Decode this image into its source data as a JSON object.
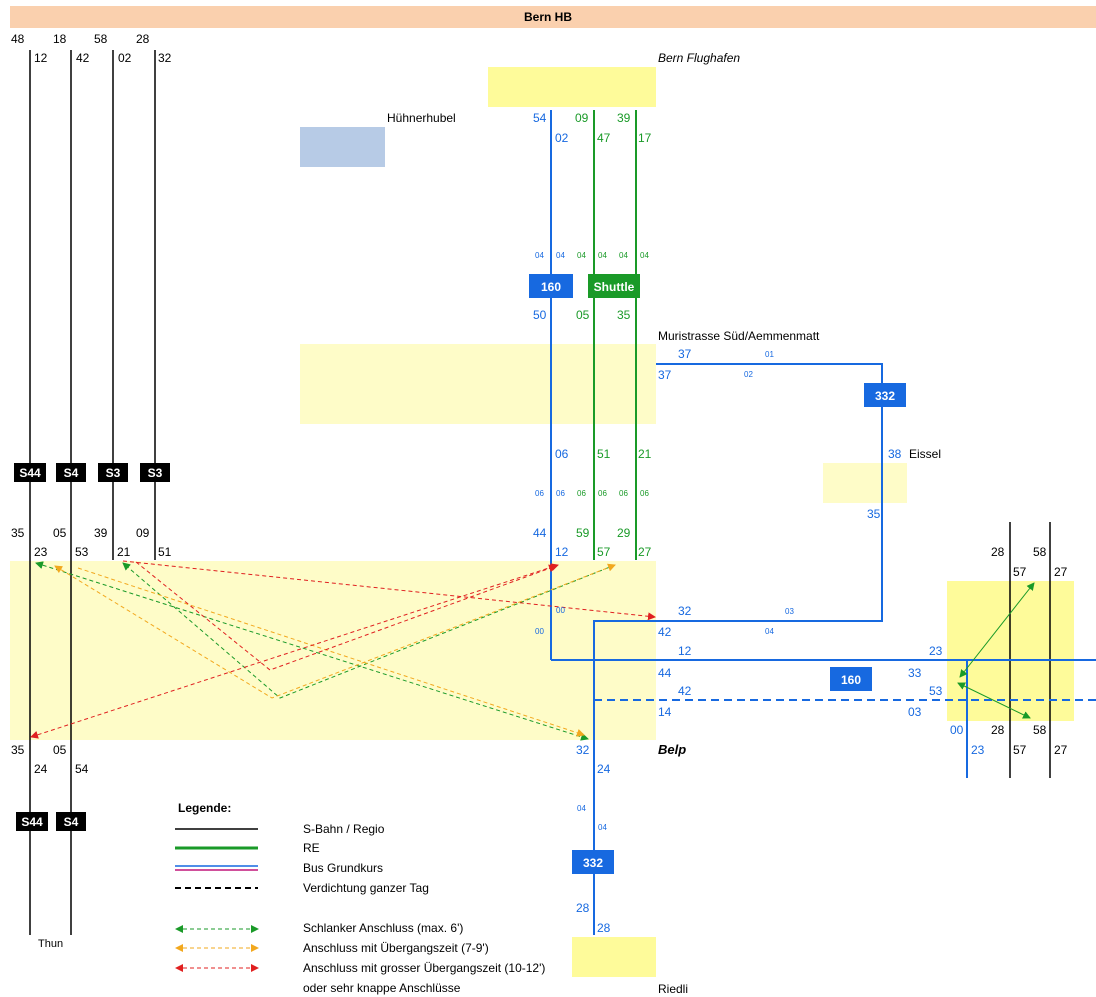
{
  "colors": {
    "header_bar": "#fad0ae",
    "zone_yellow": "#fefcc8",
    "zone_yellow_strong": "#fefb9a",
    "zone_blue": "#b7cbe6",
    "bus_blue": "#1769e0",
    "re_green": "#1a9a28",
    "s_bahn_black": "#000000",
    "bus_magenta": "#c0157a",
    "conn_green": "#1a9a28",
    "conn_orange": "#f2a81e",
    "conn_red": "#e02020"
  },
  "header": {
    "title": "Bern HB"
  },
  "stops": {
    "bern_flughafen": "Bern Flughafen",
    "huehnerhubel": "Hühnerhubel",
    "muristrasse": "Muristrasse Süd/Aemmenmatt",
    "eissel": "Eissel",
    "belp": "Belp",
    "riedli": "Riedli",
    "thun": "Thun"
  },
  "badges": {
    "s44_top": "S44",
    "s4_top": "S4",
    "s3_a": "S3",
    "s3_b": "S3",
    "s44_bottom": "S44",
    "s4_bottom": "S4",
    "bus160_top": "160",
    "shuttle": "Shuttle",
    "bus332_top": "332",
    "bus160_right": "160",
    "bus332_bottom": "332"
  },
  "times": {
    "hb": {
      "l1a": "48",
      "l1b": "12",
      "l2a": "18",
      "l2b": "42",
      "l3a": "58",
      "l3b": "02",
      "l4a": "28",
      "l4b": "32"
    },
    "flughafen": {
      "b1": "54",
      "b2": "02",
      "g1a": "09",
      "g1b": "47",
      "g2a": "39",
      "g2b": "17"
    },
    "travel1": {
      "b": "04",
      "b2": "04",
      "g1": "04",
      "g2": "04",
      "g3": "04"
    },
    "mid": {
      "b": "50",
      "g1": "05",
      "g2": "35"
    },
    "muri": {
      "b_top": "37",
      "b_sm": "01",
      "b_left": "37",
      "b_sm2": "02"
    },
    "eissel": {
      "t": "38",
      "b": "35"
    },
    "lower": {
      "b": "06",
      "g1": "51",
      "g2": "21"
    },
    "travel2": {
      "a": "06",
      "b": "06",
      "c": "06",
      "d": "06",
      "e": "06"
    },
    "belp_top": {
      "b1": "44",
      "b2": "12",
      "g1": "59",
      "g2": "57",
      "g3": "29",
      "g4": "27"
    },
    "sbahn_mid": {
      "s44a": "35",
      "s44b": "23",
      "s4a": "05",
      "s4b": "53",
      "s3a": "39",
      "s3b": "21",
      "s3c": "09",
      "s3d": "51"
    },
    "belp_bus": {
      "r1": "32",
      "r1sm": "03",
      "r2": "42",
      "r2sm": "04",
      "r3": "12",
      "r3r": "23",
      "r4": "44",
      "r4r": "33",
      "r5": "42",
      "r5r": "53",
      "r6": "14",
      "r6r": "03",
      "sm00a": "00",
      "sm00b": "00"
    },
    "belp_bottom": {
      "b1": "32",
      "b2": "24",
      "sm1": "04",
      "sm2": "04",
      "b3": "28",
      "b4": "28"
    },
    "sbahn_bottom": {
      "s44a": "35",
      "s44b": "24",
      "s4a": "05",
      "s4b": "54"
    },
    "right": {
      "a": "28",
      "b": "58",
      "c": "57",
      "d": "27",
      "e": "00",
      "f": "28",
      "g": "58",
      "h": "23",
      "i": "57",
      "j": "27"
    }
  },
  "legend": {
    "title": "Legende:",
    "items": [
      "S-Bahn / Regio",
      "RE",
      "Bus Grundkurs",
      "Verdichtung ganzer Tag"
    ],
    "conn": [
      "Schlanker Anschluss (max. 6')",
      "Anschluss mit Übergangszeit (7-9')",
      "Anschluss mit grosser Übergangszeit (10-12')",
      "oder sehr knappe Anschlüsse"
    ]
  }
}
